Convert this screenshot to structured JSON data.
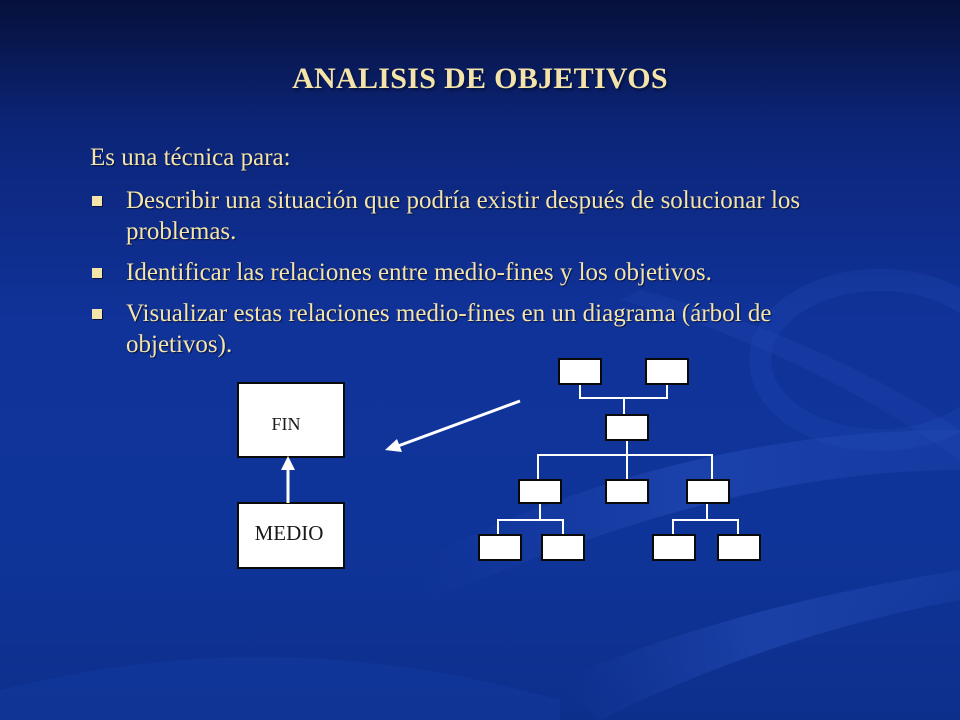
{
  "slide": {
    "title": "ANALISIS DE OBJETIVOS",
    "intro": "Es una técnica para:",
    "bullets": [
      "Describir una situación que podría existir después de solucionar los problemas.",
      "Identificar las relaciones entre medio-fines y los objetivos.",
      "Visualizar estas relaciones medio-fines en un diagrama (árbol de objetivos)."
    ]
  },
  "diagram": {
    "fin_label": "FIN",
    "medio_label": "MEDIO"
  },
  "colors": {
    "text": "#f4e4a9",
    "background": "#10339a",
    "box_fill": "#ffffff",
    "box_stroke": "#0a0a0a"
  }
}
